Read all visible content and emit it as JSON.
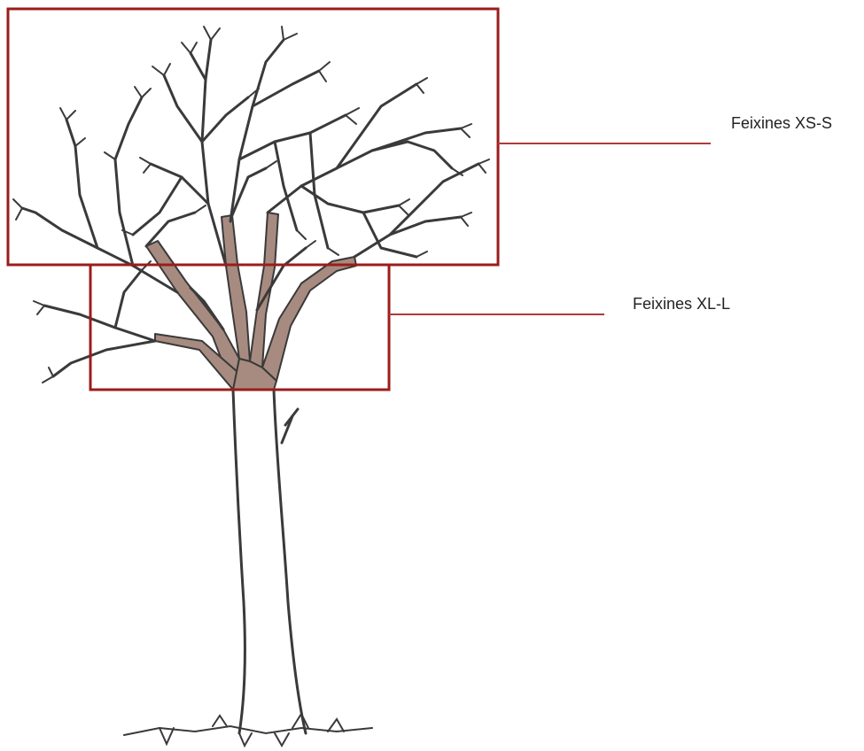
{
  "callouts": [
    {
      "label": "Feixines XS-S"
    },
    {
      "label": "Feixines XL-L"
    }
  ],
  "colors": {
    "box_stroke": "#9b1c1c",
    "leader_line": "#b03a3a",
    "highlight_fill": "#a78b80",
    "ink": "#3a3a3a"
  },
  "icons": {
    "drawing": "tree-sketch"
  }
}
